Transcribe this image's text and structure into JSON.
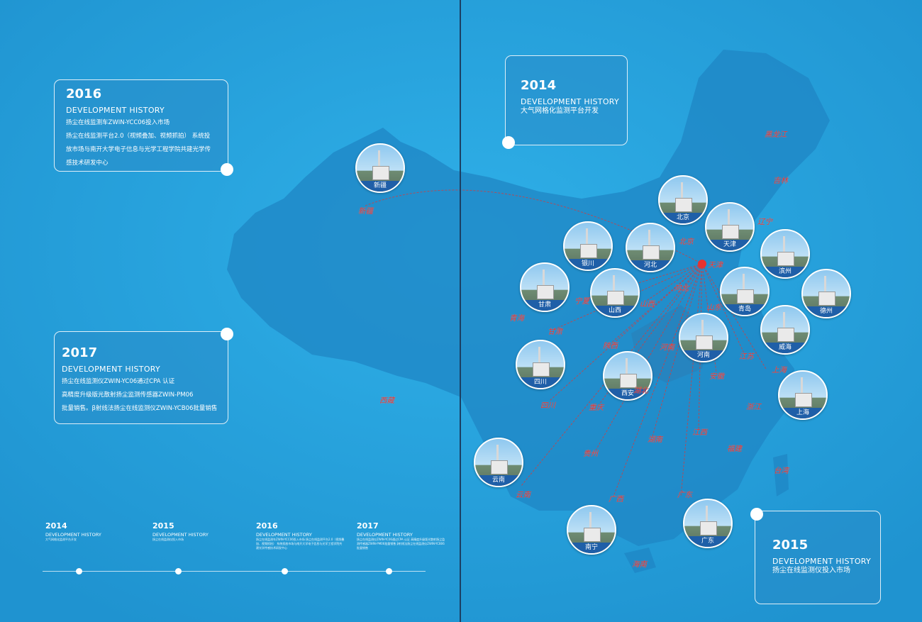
{
  "boxes": {
    "b2016": {
      "year": "2016",
      "dev": "DEVELOPMENT HISTORY",
      "lines": [
        "扬尘在线监测车ZWIN-YCC06投入市场",
        "扬尘在线监测平台2.0（视频叠加、视频抓拍） 系统投",
        "放市场与南开大学电子信息与光学工程学院共建光学传",
        "感技术研发中心"
      ]
    },
    "b2017": {
      "year": "2017",
      "dev": "DEVELOPMENT HISTORY",
      "lines": [
        "扬尘在线监测仪ZWIN-YC06通过CPA 认证",
        "高精度升级版光散射扬尘监测传感器ZWIN-PM06",
        "批量销售。β射线法扬尘在线监测仪ZWIN-YCB06批量销售"
      ]
    },
    "b2014": {
      "year": "2014",
      "dev": "DEVELOPMENT HISTORY",
      "lines": [
        "大气网格化监测平台开发"
      ]
    },
    "b2015": {
      "year": "2015",
      "dev": "DEVELOPMENT HISTORY",
      "lines": [
        "扬尘在线监测仪投入市场"
      ]
    }
  },
  "timeline": [
    {
      "year": "2014",
      "dev": "DEVELOPMENT HISTORY",
      "text": "大气网格化监测平台开发"
    },
    {
      "year": "2015",
      "dev": "DEVELOPMENT HISTORY",
      "text": "扬尘在线监测仪投入市场"
    },
    {
      "year": "2016",
      "dev": "DEVELOPMENT HISTORY",
      "text": "扬尘在线监测车ZWIN-YCC06投入市场 扬尘在线监测平台2.0（视频叠加、视频抓拍） 系统投放市场与南开大学电子信息与光学工程学院共建光学传感技术研发中心"
    },
    {
      "year": "2017",
      "dev": "DEVELOPMENT HISTORY",
      "text": "扬尘在线监测仪ZWIN-YC06通过CPA 认证 高精度升级版光散射扬尘监测传感器ZWIN-PM06批量销售 β射线法扬尘在线监测仪ZWIN-YCB06批量销售"
    }
  ],
  "photos": [
    "新疆",
    "北京",
    "天津",
    "银川",
    "河北",
    "滨州",
    "甘肃",
    "山西",
    "青岛",
    "德州",
    "威海",
    "河南",
    "四川",
    "西安",
    "上海",
    "云南",
    "南宁",
    "广东"
  ],
  "provinces": [
    "黑龙江",
    "吉林",
    "辽宁",
    "北京",
    "天津",
    "河北",
    "山西",
    "山东",
    "宁夏",
    "青海",
    "甘肃",
    "陕西",
    "河南",
    "江苏",
    "上海",
    "四川",
    "重庆",
    "湖北",
    "安徽",
    "浙江",
    "贵州",
    "湖南",
    "江西",
    "福建",
    "台湾",
    "云南",
    "广西",
    "广东",
    "海南",
    "新疆",
    "西藏"
  ],
  "colors": {
    "background": "#27a3dc",
    "map": "#1f86c4",
    "highlight": "#e8322e"
  }
}
